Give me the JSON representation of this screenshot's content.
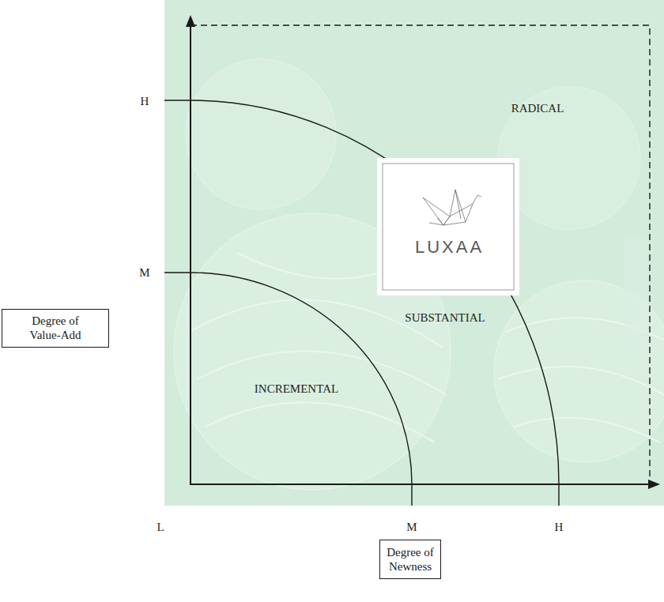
{
  "diagram": {
    "nodes": [
      {
        "text": [
          "LUXAA"
        ]
      },
      {
        "text": [
          "Degree of Value-Add"
        ]
      },
      {
        "text": [
          "Degree of Newness"
        ]
      }
    ],
    "labels": [
      "H",
      "RADICAL",
      "M",
      "SUBSTANTIAL",
      "INCREMENTAL",
      "L",
      "M",
      "H"
    ]
  }
}
